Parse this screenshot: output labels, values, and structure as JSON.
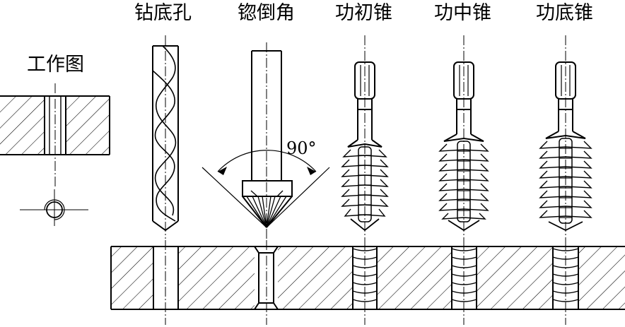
{
  "work_drawing_label": "工作图",
  "steps": [
    {
      "label": "钻底孔"
    },
    {
      "label": "锪倒角"
    },
    {
      "label": "功初锥"
    },
    {
      "label": "功中锥"
    },
    {
      "label": "功底锥"
    }
  ],
  "chamfer_angle_label": "90°"
}
